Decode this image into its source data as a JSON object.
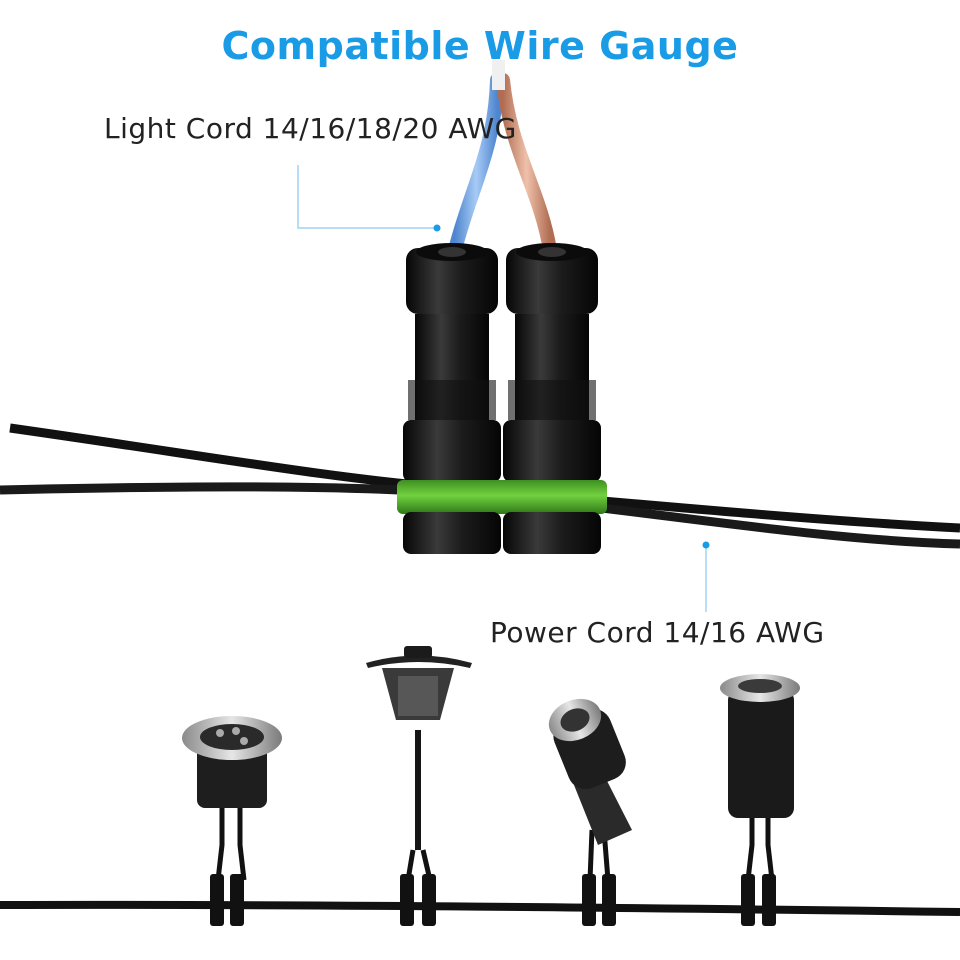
{
  "title": "Compatible Wire Gauge",
  "labels": {
    "light_cord": "Light Cord 14/16/18/20 AWG",
    "power_cord": "Power Cord 14/16 AWG"
  },
  "colors": {
    "accent": "#1a9be6",
    "connector_body": "#1b1b1b",
    "connector_ring": "#5cc232",
    "wire_blue": "#6fa6e6",
    "wire_brown": "#cf8f73",
    "cable": "#111111"
  },
  "icons": {
    "connectors": [
      "waterproof-connector-icon",
      "waterproof-connector-icon"
    ],
    "lights": [
      "inground-light-icon",
      "lamp-post-light-icon",
      "spotlight-icon",
      "well-light-icon"
    ]
  }
}
